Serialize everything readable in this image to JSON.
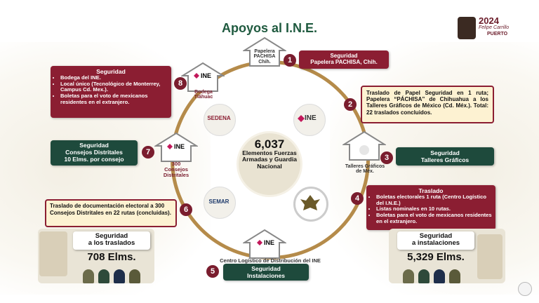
{
  "title": "Apoyos al I.N.E.",
  "logo": {
    "year": "2024",
    "line1": "Felipe Carrillo",
    "line2": "PUERTO"
  },
  "center": {
    "number": "6,037",
    "text": "Elementos Fuerzas Armadas y Guardia Nacional"
  },
  "institutions": {
    "sedena": "SEDENA",
    "ine": "INE",
    "semar": "SEMAR"
  },
  "houses": {
    "top": {
      "label_line1": "Papelera",
      "label_line2": "PACHISA",
      "label_line3": "Chih."
    },
    "ne": {
      "label_line1": "Talleres Gráficos",
      "label_line2": "de Méx."
    },
    "bottom": {
      "label": "Centro Logístico de Distribución del INE"
    },
    "w": {
      "label_line1": "300",
      "label_line2": "Consejos",
      "label_line3": "Distritales"
    },
    "nw": {
      "label_line1": "Bodega",
      "label_line2": "Tláhuac"
    }
  },
  "steps": {
    "s1": {
      "num": "1",
      "line1": "Seguridad",
      "line2": "Papelera PACHISA, Chih."
    },
    "s2": {
      "num": "2",
      "text": "Traslado de Papel Seguridad en 1 ruta; Papelera “PÁCHISA” de Chihuahua a los Talleres Gráficos de México (Cd. Méx.). Total: 22 traslados concluidos."
    },
    "s3": {
      "num": "3",
      "line1": "Seguridad",
      "line2": "Talleres Gráficos"
    },
    "s4": {
      "num": "4",
      "title": "Traslado",
      "items": [
        "Boletas electorales 1 ruta (Centro Logístico del I.N.E.)",
        "Listas nominales en 10 rutas.",
        "Boletas para el voto de mexicanos residentes en el extranjero."
      ]
    },
    "s5": {
      "num": "5",
      "line1": "Seguridad",
      "line2": "Instalaciones"
    },
    "s6": {
      "num": "6",
      "text": "Traslado de documentación electoral a 300 Consejos Distritales en 22 rutas (concluidas)."
    },
    "s7": {
      "num": "7",
      "line1": "Seguridad",
      "line2": "Consejos Distritales",
      "line3": "10 Elms. por consejo"
    },
    "s8": {
      "num": "8",
      "title": "Seguridad",
      "items": [
        "Bodega del INE.",
        "Local único (Tecnológico de Monterrey, Campus Cd. Mex.).",
        "Boletas para el voto de mexicanos residentes en el extranjero."
      ]
    }
  },
  "stats": {
    "left": {
      "line1": "Seguridad",
      "line2": "a los traslados",
      "value": "708 Elms."
    },
    "right": {
      "line1": "Seguridad",
      "line2": "a instalaciones",
      "value": "5,329 Elms."
    }
  },
  "colors": {
    "guinda": "#8b1e32",
    "green": "#1e4a3c",
    "gold": "#b58b4a",
    "cream": "#fdf2d2"
  },
  "icons": [
    "house-icon",
    "ine-logo-icon",
    "sedena-emblem-icon",
    "semar-emblem-icon",
    "guardia-nacional-seal-icon",
    "soldier-icon"
  ]
}
